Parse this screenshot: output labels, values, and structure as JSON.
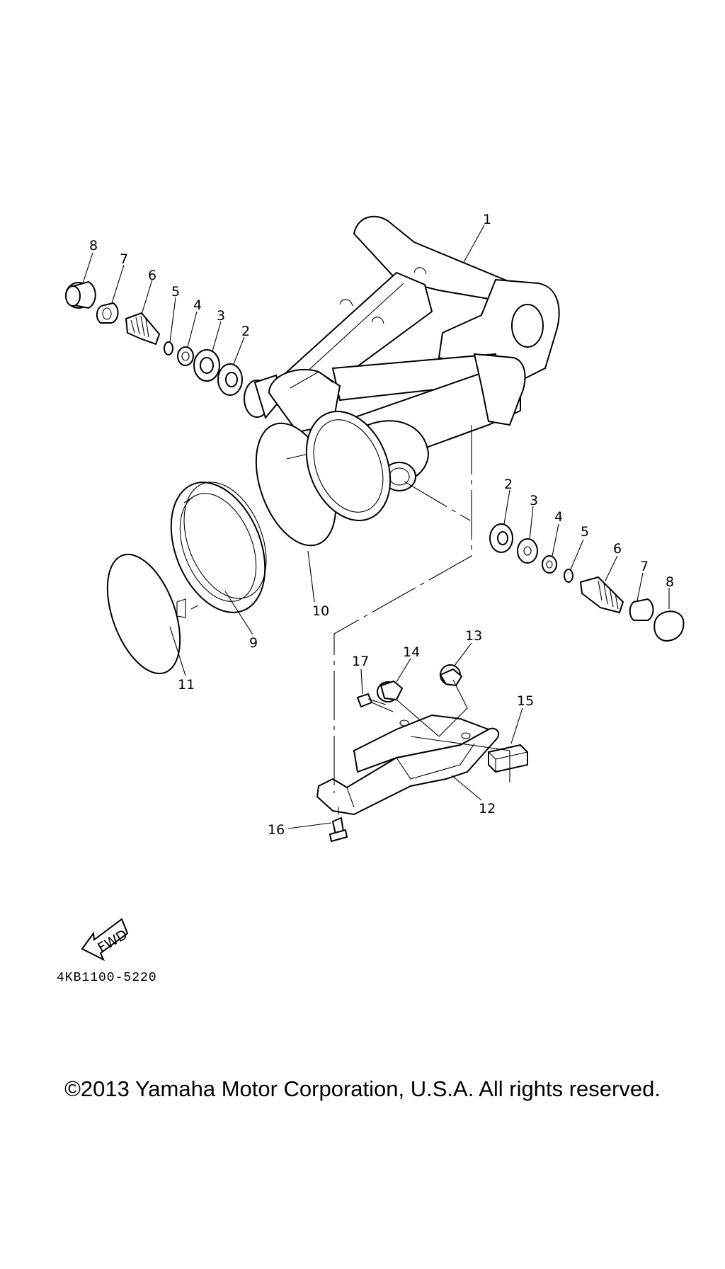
{
  "diagram": {
    "callouts": [
      "1",
      "2",
      "3",
      "4",
      "5",
      "6",
      "7",
      "8",
      "9",
      "10",
      "11",
      "12",
      "13",
      "14",
      "15",
      "16",
      "17"
    ],
    "part_code": "4KB1100-5220",
    "fwd_label": "FWD"
  },
  "footer": {
    "copyright": "©2013 Yamaha Motor Corporation, U.S.A. All rights reserved."
  }
}
